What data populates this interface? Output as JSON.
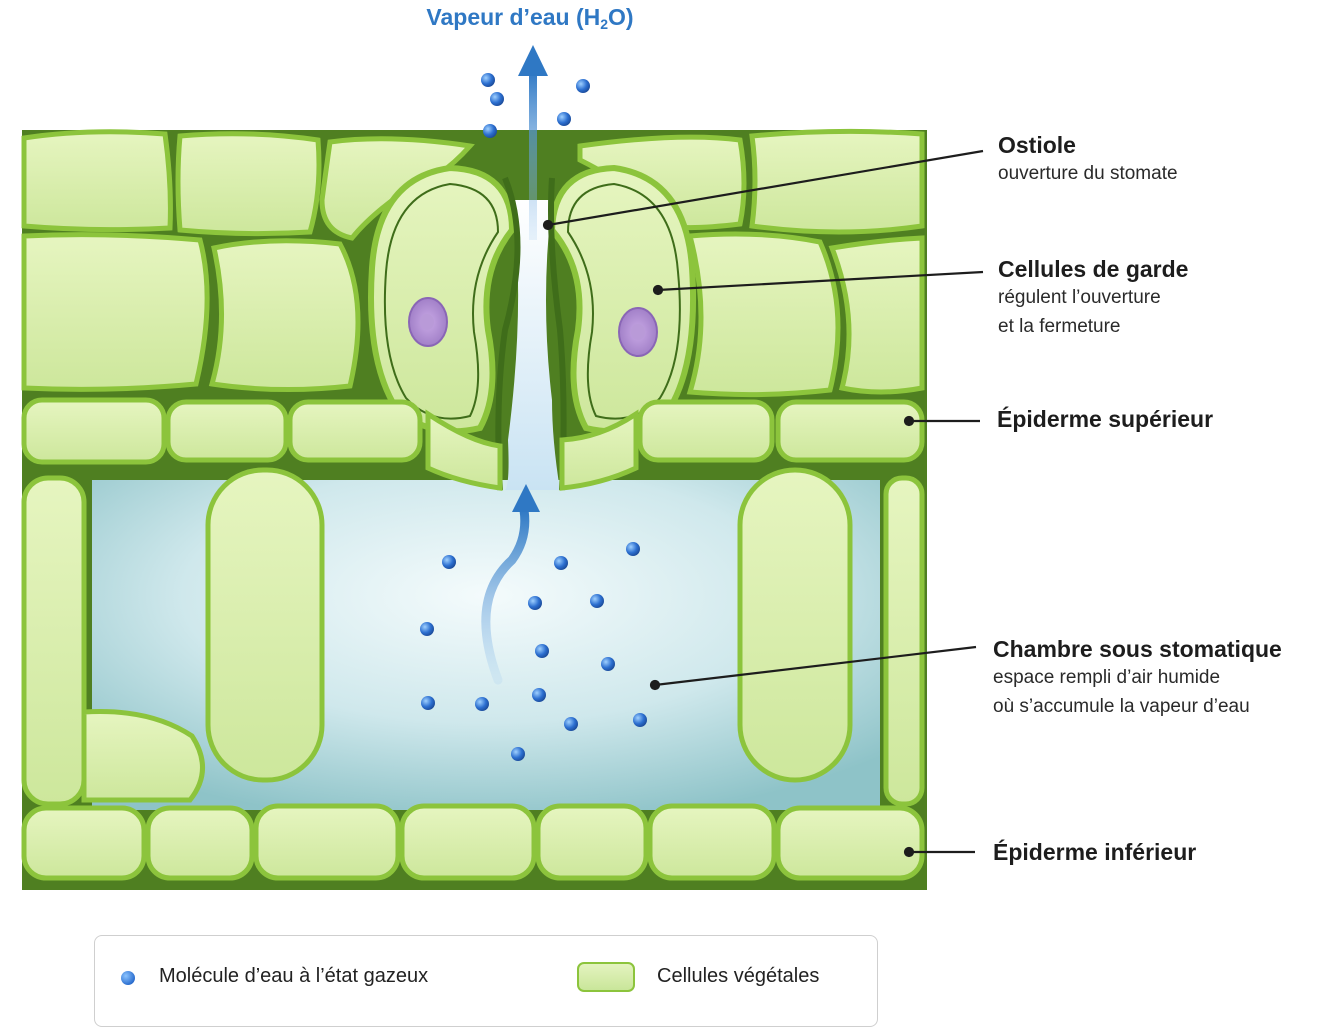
{
  "title": {
    "main": "Vapeur d’eau (H",
    "subscript": "2",
    "tail": "O)"
  },
  "labels": [
    {
      "id": "ostiole",
      "title": "Ostiole",
      "desc": [
        "ouverture du stomate"
      ]
    },
    {
      "id": "guard",
      "title": "Cellules de garde",
      "desc": [
        "régulent l’ouverture",
        "et la fermeture"
      ]
    },
    {
      "id": "upper",
      "title": "Épiderme supérieur",
      "desc": []
    },
    {
      "id": "chamber",
      "title": "Chambre sous stomatique",
      "desc": [
        "espace rempli d’air humide",
        "où s’accumule la vapeur d’eau"
      ]
    },
    {
      "id": "lower",
      "title": "Épiderme inférieur",
      "desc": []
    }
  ],
  "legend": {
    "water": "Molécule d’eau à l’état gazeux",
    "cells": "Cellules végétales"
  },
  "colors": {
    "cell_fill": "#d9eeae",
    "cell_stroke": "#8cc43c",
    "cell_dark": "#3f6d1a",
    "water": "#2c6fd0",
    "title_blue": "#2f78c4",
    "chamber": "#bfe0e6",
    "nucleus": "#a886c9"
  }
}
